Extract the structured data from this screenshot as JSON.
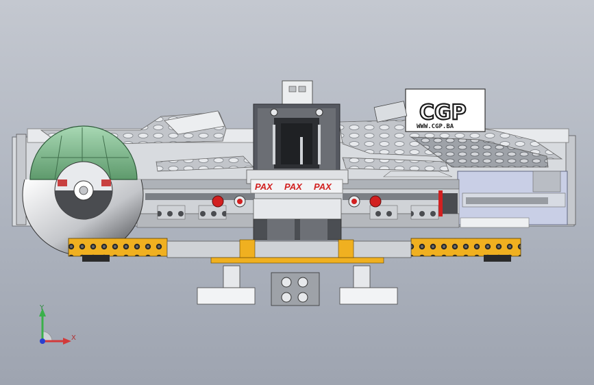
{
  "viewport": {
    "background_top": "#c4c8d0",
    "background_bottom": "#9ea4b0"
  },
  "model": {
    "subject": "millennium-falcon-lego-model",
    "logo": {
      "text": "CGP",
      "url": "WWW.CGP.BA"
    },
    "cargo_labels": [
      "PAX",
      "PAX",
      "PAX"
    ],
    "colors": {
      "hull_light": "#e6e8eb",
      "hull_mid": "#b8bcc2",
      "hull_dark": "#3a3c40",
      "accent_yellow": "#f0b020",
      "accent_red": "#d22020",
      "cockpit_glass": "#8fc6a0",
      "blue_panel": "#c9cfe6"
    }
  },
  "triad": {
    "x_label": "X",
    "y_label": "Y",
    "x_color": "#d23a3a",
    "y_color": "#3ab04a",
    "z_color": "#2a3fd0"
  }
}
